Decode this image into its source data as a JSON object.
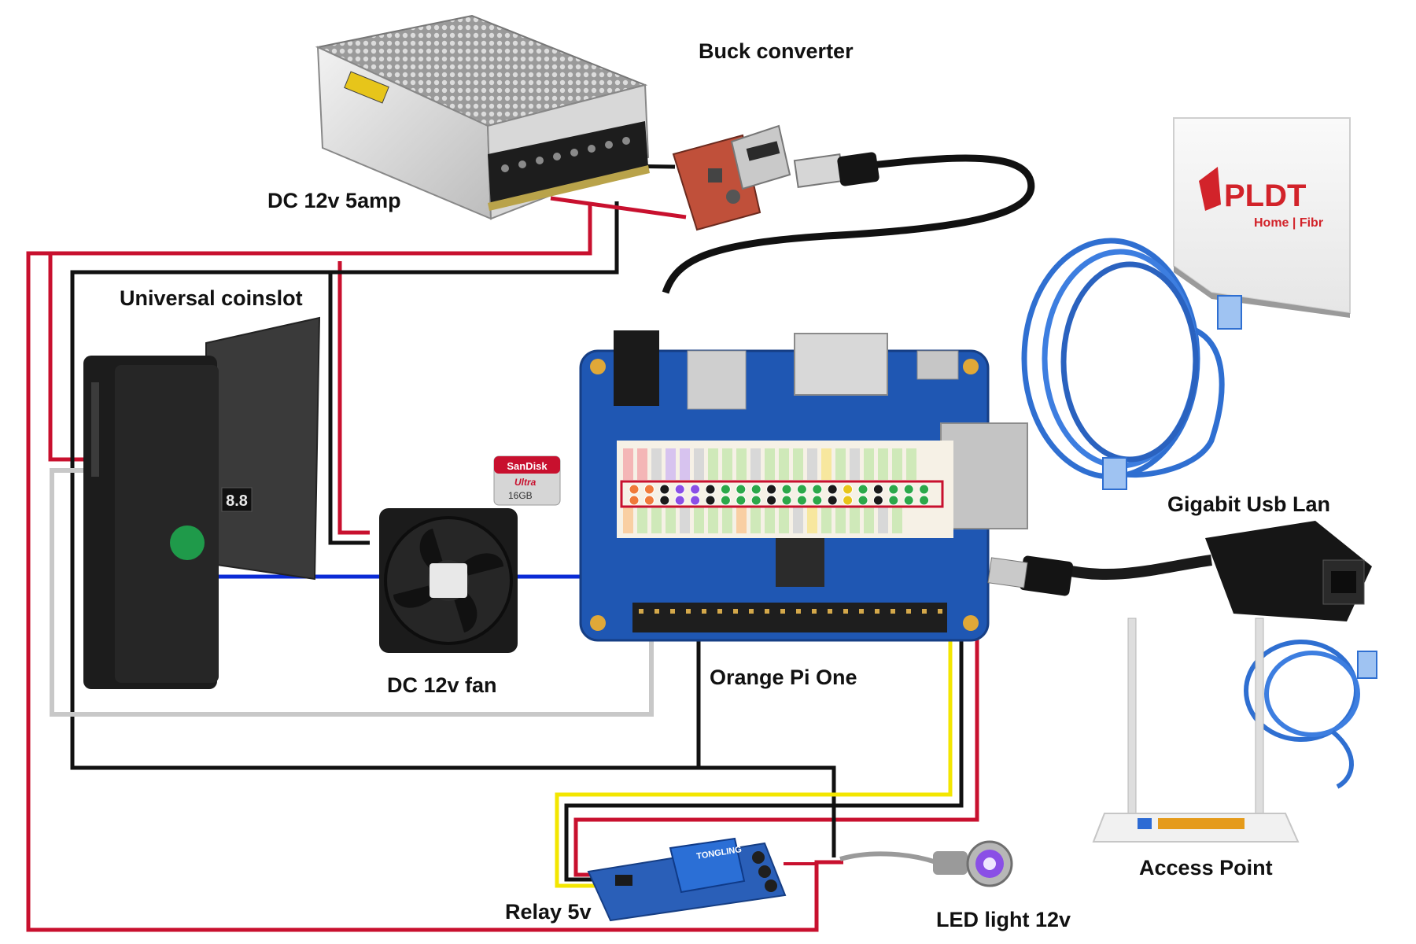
{
  "labels": {
    "buck_converter": "Buck converter",
    "power_supply": "DC 12v 5amp",
    "coinslot": "Universal coinslot",
    "fan": "DC 12v fan",
    "board": "Orange Pi One",
    "usb_lan": "Gigabit Usb Lan",
    "access_point": "Access Point",
    "relay": "Relay 5v",
    "led": "LED light 12v"
  },
  "device_text": {
    "router_brand": "PLDT",
    "router_sub": "Home | Fibr",
    "sd_brand": "SanDisk",
    "sd_line": "Ultra",
    "sd_size": "16GB",
    "coinslot_display": "8.8",
    "relay_brand": "TONGLING"
  },
  "wire_colors": {
    "positive": "#c8102e",
    "ground": "#111111",
    "signal_white": "#c8c8c8",
    "signal_blue": "#0a2bd6",
    "signal_yellow": "#f3e600",
    "usb_cable": "#111111"
  }
}
